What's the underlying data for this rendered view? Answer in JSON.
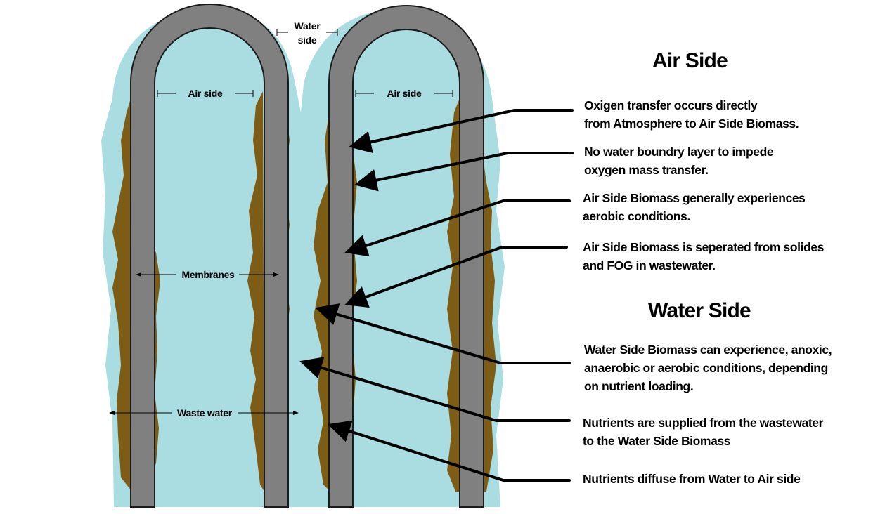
{
  "diagram": {
    "labels": {
      "water_side_top_1": "Water",
      "water_side_top_2": "side",
      "air_side_left": "Air side",
      "air_side_right": "Air side",
      "membranes": "Membranes",
      "waste_water": "Waste water"
    },
    "colors": {
      "water": "#a9dde2",
      "biomass": "#7d5d15",
      "membrane": "#808080",
      "outline": "#1a1a1a"
    }
  },
  "air_side": {
    "heading": "Air Side",
    "notes": [
      [
        "Oxigen transfer occurs directly",
        "from Atmosphere to Air Side Biomass."
      ],
      [
        "No water boundry layer to impede",
        "oxygen mass transfer."
      ],
      [
        "Air Side Biomass generally experiences",
        "aerobic conditions."
      ],
      [
        "Air Side Biomass is seperated from solides",
        "and FOG in wastewater."
      ]
    ]
  },
  "water_side": {
    "heading": "Water Side",
    "notes": [
      [
        "Water Side Biomass can experience, anoxic,",
        "anaerobic or aerobic conditions,  depending",
        "on nutrient loading."
      ],
      [
        "Nutrients are supplied from the wastewater",
        "to the Water Side Biomass"
      ],
      [
        "Nutrients diffuse from Water to Air side"
      ]
    ]
  }
}
